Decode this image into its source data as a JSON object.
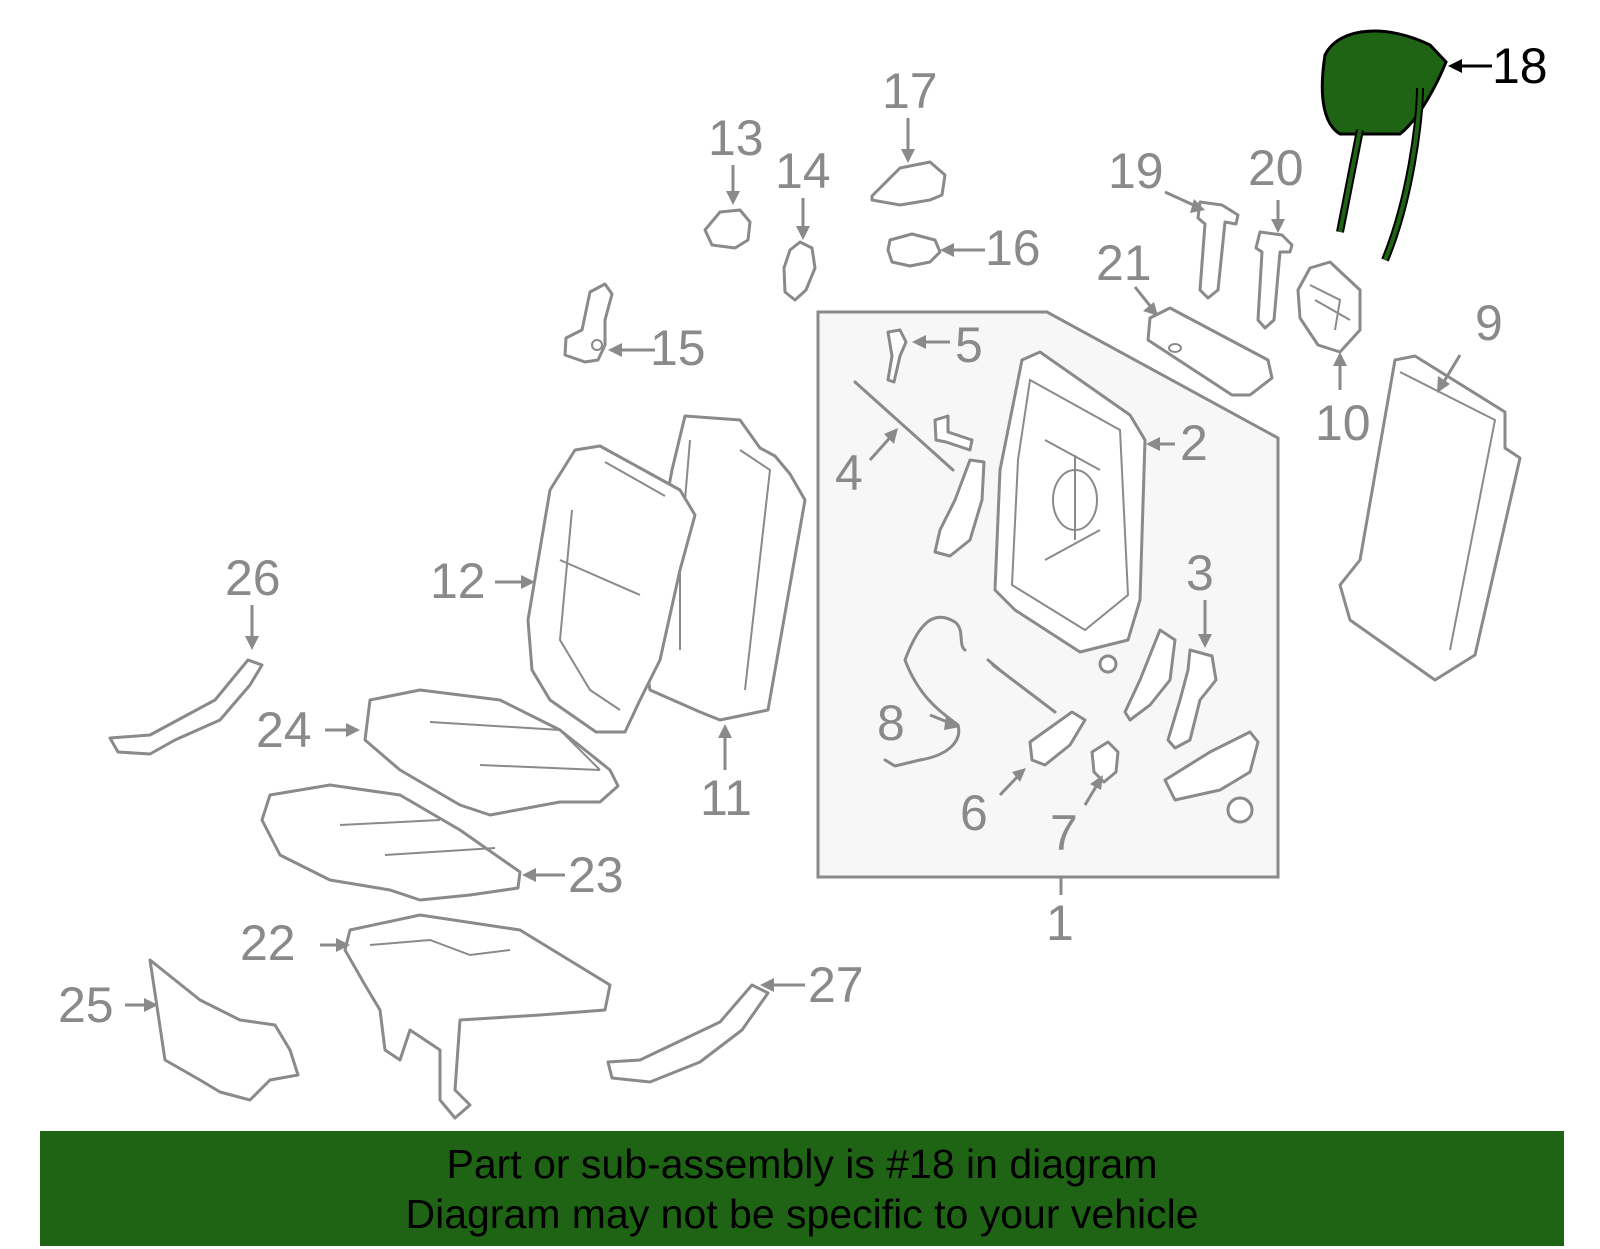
{
  "diagram": {
    "highlight_color": "#1e6414",
    "highlighted_part": "18",
    "callouts": {
      "n1": "1",
      "n2": "2",
      "n3": "3",
      "n4": "4",
      "n5": "5",
      "n6": "6",
      "n7": "7",
      "n8": "8",
      "n9": "9",
      "n10": "10",
      "n11": "11",
      "n12": "12",
      "n13": "13",
      "n14": "14",
      "n15": "15",
      "n16": "16",
      "n17": "17",
      "n18": "18",
      "n19": "19",
      "n20": "20",
      "n21": "21",
      "n22": "22",
      "n23": "23",
      "n24": "24",
      "n25": "25",
      "n26": "26",
      "n27": "27"
    }
  },
  "banner": {
    "line1": "Part or sub-assembly is #18 in diagram",
    "line2": "Diagram may not be specific to your vehicle"
  }
}
